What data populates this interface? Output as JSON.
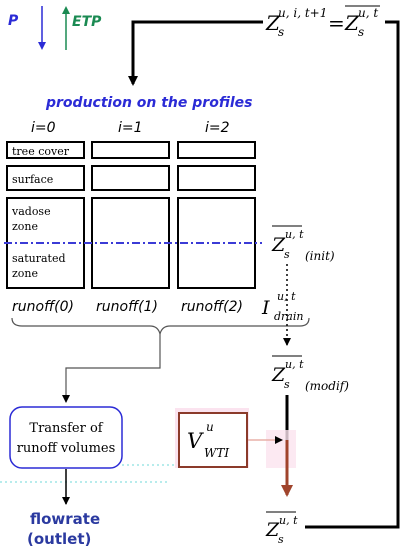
{
  "legend": {
    "p_label": "P",
    "etp_label": "ETP",
    "p_color": "#2b2bd6",
    "etp_color": "#1a8a52"
  },
  "production": {
    "title": "production on the profiles",
    "title_color": "#2b2bd6",
    "profile_labels": [
      "i=0",
      "i=1",
      "i=2"
    ],
    "layers": {
      "tree_cover": "tree cover",
      "surface": "surface",
      "vadose_line1": "vadose",
      "vadose_line2": "zone",
      "saturated_line1": "saturated",
      "saturated_line2": "zone"
    },
    "runoff_labels": [
      "runoff(0)",
      "runoff(1)",
      "runoff(2)"
    ]
  },
  "transfer": {
    "line1": "Transfer of",
    "line2": "runoff volumes",
    "border_color": "#2b2bd6"
  },
  "outlet": {
    "line1": "flowrate",
    "line2": "(outlet)",
    "color": "#2b3aa0"
  },
  "equation": {
    "top_lhs_base": "Z",
    "top_lhs_sub": "s",
    "top_lhs_sup": "u, i, t+1",
    "equals": "=",
    "top_rhs_base": "Z",
    "top_rhs_sub": "s",
    "top_rhs_sup": "u, t"
  },
  "labels": {
    "zinit_base": "Z",
    "zinit_sub": "s",
    "zinit_sup": "u, t",
    "zinit_tag": "(init)",
    "idrain_base": "I",
    "idrain_sub": "drain",
    "idrain_sup": "u, t",
    "zmodif_base": "Z",
    "zmodif_sub": "s",
    "zmodif_sup": "u, t",
    "zmodif_tag": "(modif)",
    "vwti_base": "V",
    "vwti_sub": "WTI",
    "vwti_sup": "u",
    "vwti_border": "#8b3a2a",
    "bottom_base": "Z",
    "bottom_sub": "s",
    "bottom_sup": "u, t"
  },
  "colors": {
    "water_table": "#3b3bd6",
    "brown_arrow": "#a0442c"
  }
}
